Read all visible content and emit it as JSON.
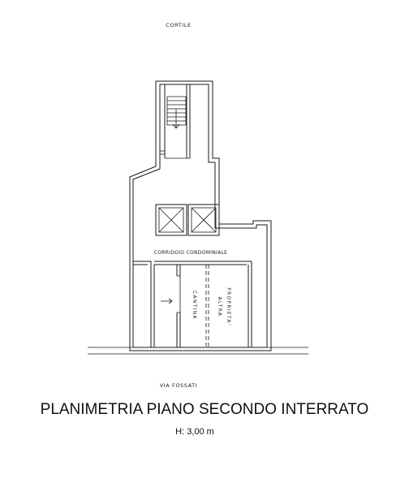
{
  "labels": {
    "top_courtyard": "CORTILE",
    "corridor": "CORRIDOIO CONDOMINIALE",
    "cellar": "CANTINA",
    "other_property_line1": "ALTRA",
    "other_property_line2": "PROPRIETA'",
    "street": "VIA FOSSATI"
  },
  "footer": {
    "title": "PLANIMETRIA PIANO SECONDO INTERRATO",
    "height": "H: 3,00 m"
  }
}
